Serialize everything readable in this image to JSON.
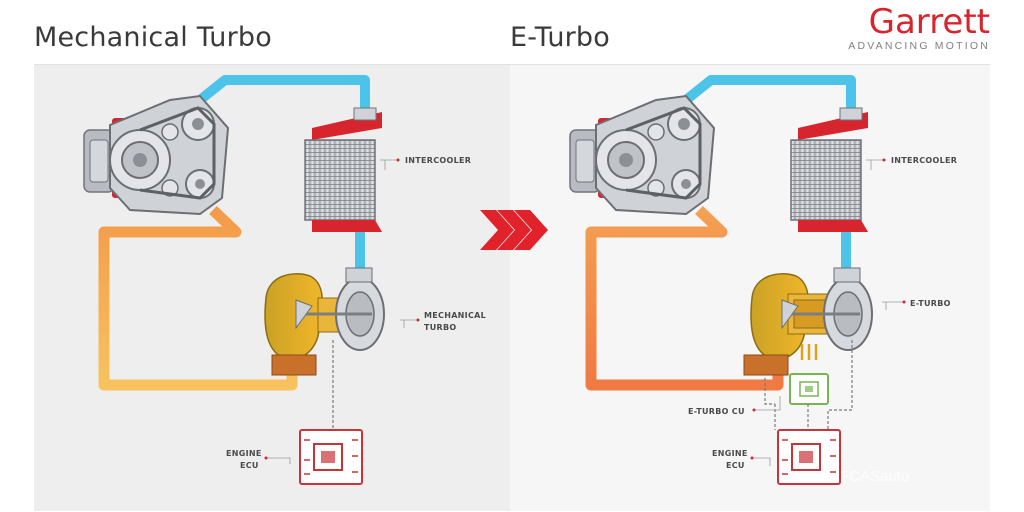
{
  "titles": {
    "left": "Mechanical Turbo",
    "right": "E-Turbo"
  },
  "brand": {
    "name": "Garrett",
    "tagline": "ADVANCING MOTION",
    "color": "#d7252e"
  },
  "labels": {
    "left": {
      "intercooler": "INTERCOOLER",
      "mechanical_turbo_1": "MECHANICAL",
      "mechanical_turbo_2": "TURBO",
      "engine_ecu_1": "ENGINE",
      "engine_ecu_2": "ECU"
    },
    "right": {
      "intercooler": "INTERCOOLER",
      "e_turbo": "E-TURBO",
      "e_turbo_cu": "E-TURBO CU",
      "engine_ecu_1": "ENGINE",
      "engine_ecu_2": "ECU"
    }
  },
  "watermark": "FCASauto",
  "colors": {
    "cold_pipe": "#4cc3e8",
    "hot_pipe": "#f6a04a",
    "engine": "#cfd2d6",
    "accent_red": "#d7252e",
    "turbine": "#e3a51b",
    "ecu": "#c9343a",
    "cu": "#7ab554"
  }
}
